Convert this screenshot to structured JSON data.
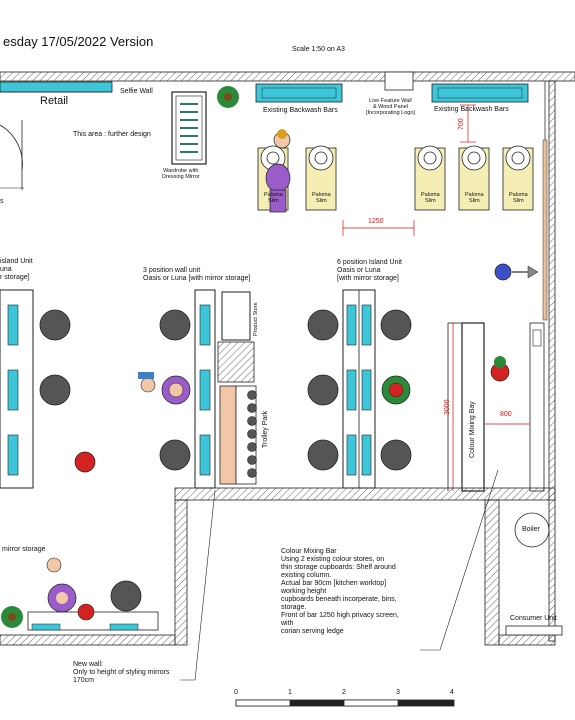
{
  "header": {
    "title": "esday 17/05/2022 Version",
    "scale": "Scale 1:50 on A3"
  },
  "top_area": {
    "retail": "Retail",
    "selfie_wall": "Selfie Wall",
    "further_design": "This area : further design",
    "wardrobe": "Wardrobe with\nDressing Mirror",
    "backwash_left": "Existing Backwash Bars",
    "backwash_right": "Existing Backwash Bars",
    "feature_wall": "Live Feature Wall\n& Wood Panel\n[Incorporating Logo]",
    "basin_label": "Paloma\nSlim",
    "dim_1250": "1250",
    "dim_700": "700",
    "left_s": "s"
  },
  "middle_area": {
    "left_island": "island Unit\nuna\nr storage]",
    "wall_unit": "3 position wall unit\nOasis or Luna [with mirror storage]",
    "island_6": "6 position Island Unit\nOasis or Luna\n[with mirror storage]",
    "product_store": "Product Store",
    "trolley_park": "Trolley Park",
    "colour_bay": "Colour Mixing Bay",
    "dim_3000": "3000",
    "dim_800": "800"
  },
  "bottom_area": {
    "mirror_storage": "mirror storage",
    "boiler": "Boiler",
    "consumer_unit": "Consumer Unit",
    "colour_bar_notes": "Colour Mixing Bar\nUsing 2 existing colour stores, on\nthin storage cupboards: Shelf around\nexisting column.\nActual bar 90cm [kitchen worktop]\nworking height\ncupboards beneath incorperate, bins,\nstorage.\nFront of bar 1250 high privacy screen,\nwith\ncorian serving ledge",
    "new_wall": "New wall:\nOnly to height of styling mirrors\n170cm"
  },
  "scale_bar": {
    "ticks": [
      "0",
      "1",
      "2",
      "3",
      "4"
    ]
  },
  "colors": {
    "cyan": "#3cc6d8",
    "salmon": "#f2c7a8",
    "cream": "#f4eeb4",
    "purple": "#9a5cc8",
    "red": "#d22222",
    "green": "#2b8a3a",
    "chair": "#555555"
  }
}
